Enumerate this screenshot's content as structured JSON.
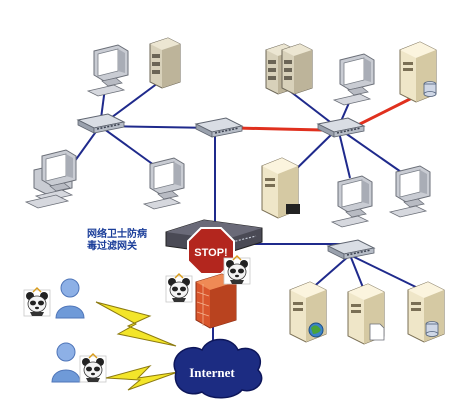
{
  "gateway": {
    "label_line1": "网络卫士防病",
    "label_line2": "毒过滤网关",
    "stop_text": "STOP!"
  },
  "cloud": {
    "label": "Internet"
  },
  "colors": {
    "link": "#1f2a8c",
    "highlight_link": "#e0301e",
    "lightning": "#f3e52a",
    "firewall": "#d9562c",
    "stop_sign": "#b3261e",
    "cloud": "#1c2c82",
    "user": "#6f9ad8"
  },
  "icons": [
    "pc-icon",
    "server-icon",
    "switch-icon",
    "stop-sign-icon",
    "firewall-icon",
    "panda-icon",
    "user-icon",
    "lightning-icon",
    "cloud-icon",
    "globe-icon",
    "database-icon"
  ]
}
